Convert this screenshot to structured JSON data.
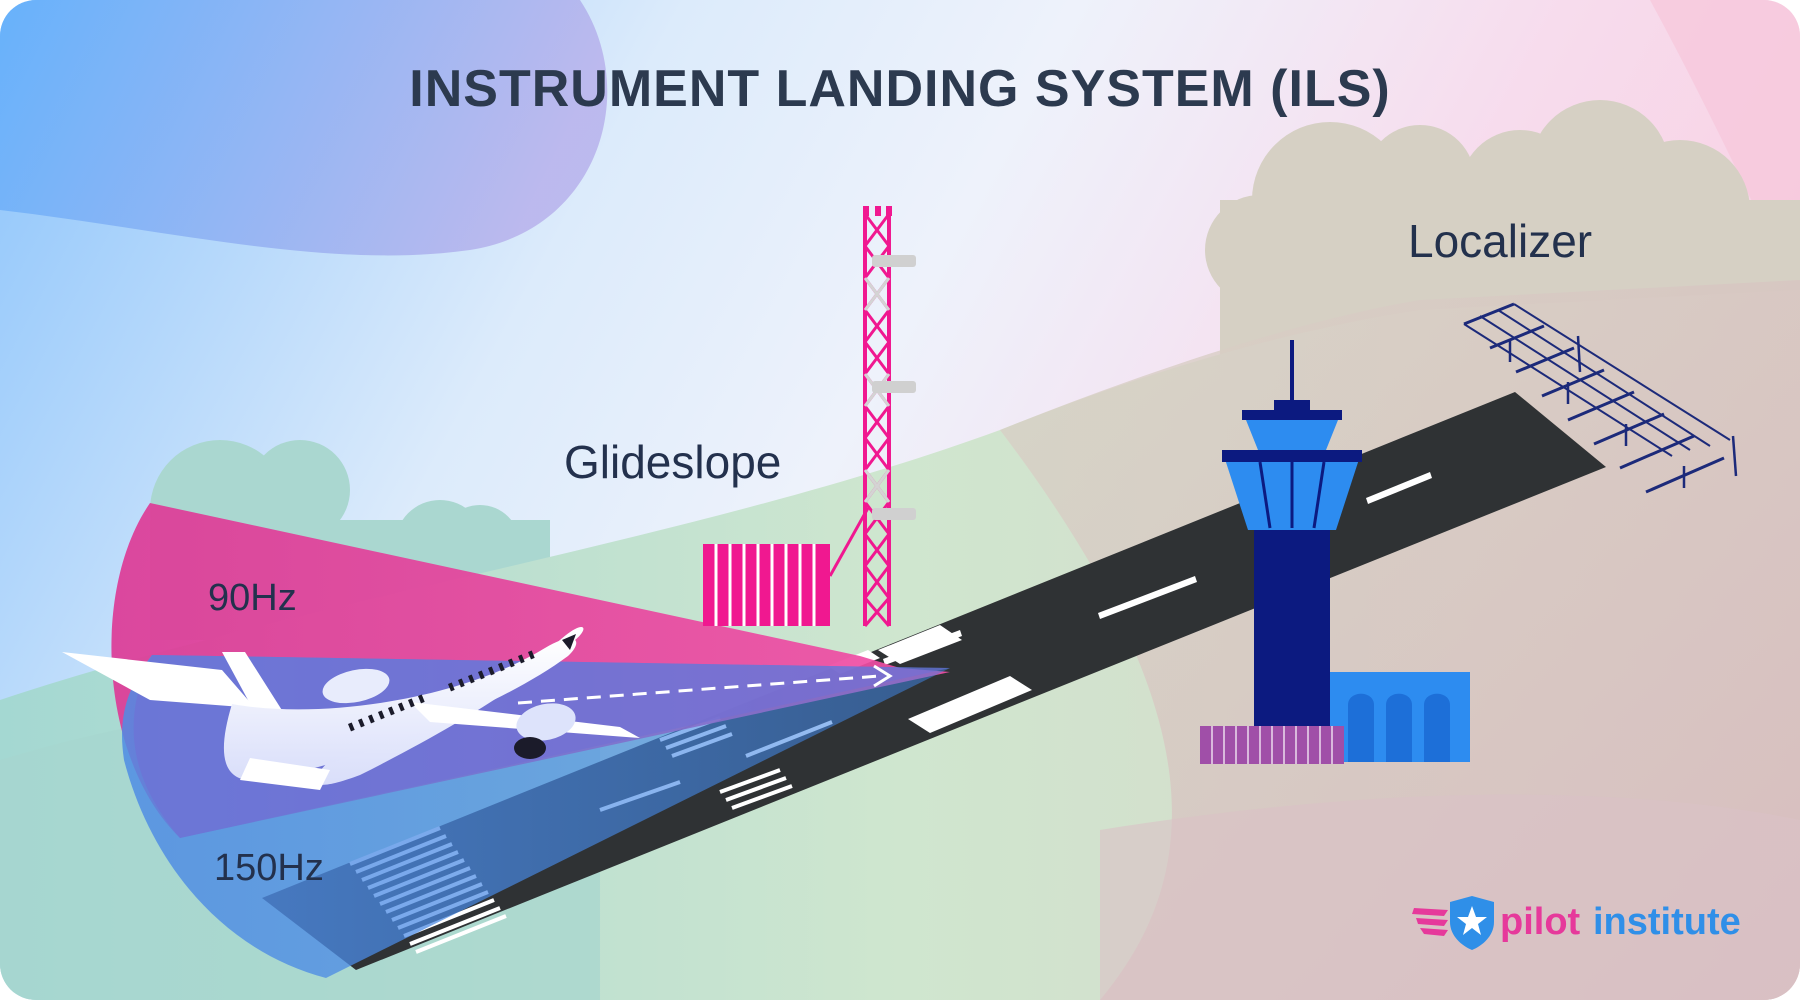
{
  "title": "INSTRUMENT LANDING SYSTEM (ILS)",
  "labels": {
    "glideslope": "Glideslope",
    "localizer": "Localizer",
    "lobe_top": "90Hz",
    "lobe_bottom": "150Hz"
  },
  "brand": {
    "part1": "pilot",
    "part2": "institute"
  },
  "icons": {
    "logo": "shield-star-wings-icon",
    "aircraft": "airliner-icon",
    "tower": "control-tower-icon",
    "antenna": "localizer-antenna-array-icon",
    "mast": "glideslope-mast-icon"
  },
  "colors": {
    "lobe_90hz": "#e8409e",
    "lobe_150hz": "#3f86e6",
    "runway": "#2f3234",
    "tower": "#0c1a80",
    "tower_glass": "#2d8cf0",
    "brand_pink": "#e6399b",
    "brand_blue": "#2f8fe8"
  }
}
